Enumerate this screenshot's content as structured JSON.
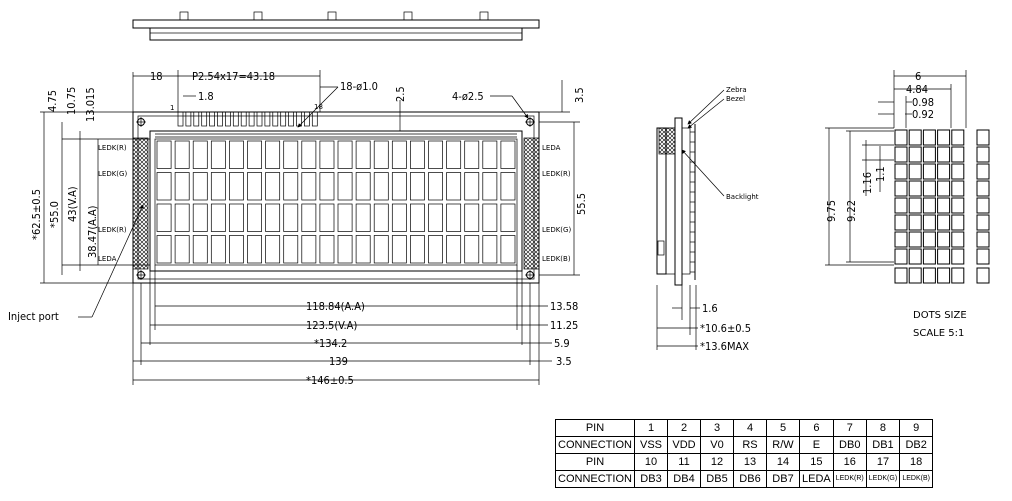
{
  "labels": {
    "dim_18_left": "18",
    "pitch": "P2.54x17=43.18",
    "hole_dia": "18-ø1.0",
    "dim_2_5": "2.5",
    "mount_holes": "4-ø2.5",
    "dim_3_5_top": "3.5",
    "dim_1": "1",
    "dim_1_8": "1.8",
    "pin_18": "18",
    "v_4_75": "4.75",
    "v_10_75": "10.75",
    "v_13_015": "13.015",
    "v_62_5": "*62.5±0.5",
    "v_55_0": "*55.0",
    "v_43": "43(V.A)",
    "v_38_47": "38.47(A.A)",
    "v_55_5": "55.5",
    "ledk_r_left": "LEDK(R)",
    "ledk_g_left": "LEDK(G)",
    "ledk_r_left2": "LEDK(R)",
    "leda_left": "LEDA",
    "leda_right": "LEDA",
    "ledk_r_right": "LEDK(R)",
    "ledk_g_right": "LEDK(G)",
    "ledk_b_right": "LEDK(B)",
    "inject_port": "Inject port",
    "w_118_84": "118.84(A.A)",
    "w_123_5": "123.5(V.A)",
    "w_134_2": "*134.2",
    "w_139": "139",
    "w_146": "*146±0.5",
    "r_13_58": "13.58",
    "r_11_25": "11.25",
    "r_5_9": "5.9",
    "r_3_5": "3.5",
    "zebra": "Zebra",
    "bezel": "Bezel",
    "backlight": "Backlight",
    "side_1_6": "1.6",
    "side_10_6": "*10.6±0.5",
    "side_13_6": "*13.6MAX",
    "dot_6": "6",
    "dot_4_84": "4.84",
    "dot_0_98": "0.98",
    "dot_0_92": "0.92",
    "dot_9_75": "9.75",
    "dot_9_22": "9.22",
    "dot_1_16": "1.16",
    "dot_1_1": "1.1",
    "dots_size": "DOTS SIZE",
    "scale": "SCALE 5:1"
  },
  "pin_table": {
    "rows": [
      {
        "head": "PIN",
        "cells": [
          "1",
          "2",
          "3",
          "4",
          "5",
          "6",
          "7",
          "8",
          "9"
        ]
      },
      {
        "head": "CONNECTION",
        "cells": [
          "VSS",
          "VDD",
          "V0",
          "RS",
          "R/W",
          "E",
          "DB0",
          "DB1",
          "DB2"
        ]
      },
      {
        "head": "PIN",
        "cells": [
          "10",
          "11",
          "12",
          "13",
          "14",
          "15",
          "16",
          "17",
          "18"
        ]
      },
      {
        "head": "CONNECTION",
        "cells": [
          "DB3",
          "DB4",
          "DB5",
          "DB6",
          "DB7",
          "LEDA",
          "LEDK(R)",
          "LEDK(G)",
          "LEDK(B)"
        ]
      }
    ]
  }
}
